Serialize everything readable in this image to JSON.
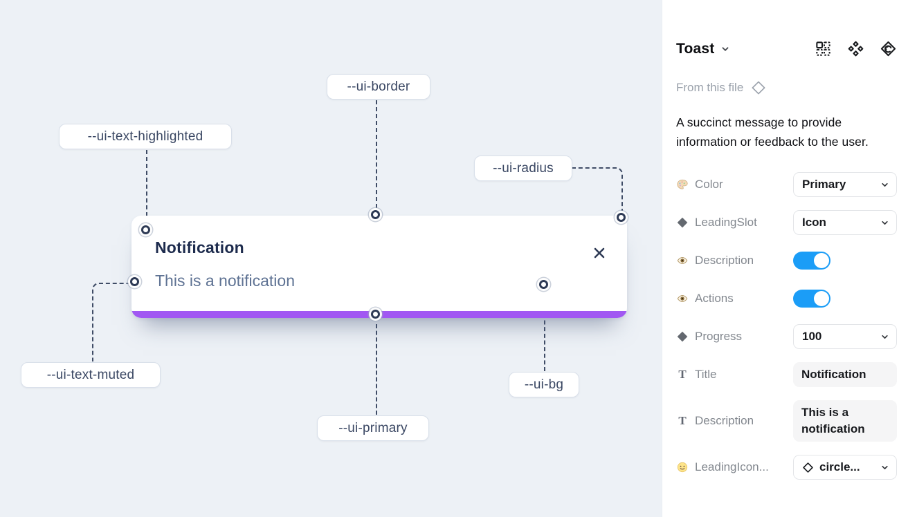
{
  "canvas": {
    "toast": {
      "title": "Notification",
      "description": "This is a notification"
    },
    "annotations": [
      {
        "label": "--ui-text-highlighted"
      },
      {
        "label": "--ui-border"
      },
      {
        "label": "--ui-radius"
      },
      {
        "label": "--ui-text-muted"
      },
      {
        "label": "--ui-primary"
      },
      {
        "label": "--ui-bg"
      }
    ]
  },
  "panel": {
    "title": "Toast",
    "source": "From this file",
    "description": "A succinct message to provide information or feedback to the user.",
    "properties": [
      {
        "icon": "palette-icon",
        "label": "Color",
        "type": "dropdown",
        "value": "Primary"
      },
      {
        "icon": "diamond-icon",
        "label": "LeadingSlot",
        "type": "dropdown",
        "value": "Icon"
      },
      {
        "icon": "eye-icon",
        "label": "Description",
        "type": "toggle",
        "value": "on"
      },
      {
        "icon": "eye-icon",
        "label": "Actions",
        "type": "toggle",
        "value": "on"
      },
      {
        "icon": "diamond-icon",
        "label": "Progress",
        "type": "dropdown",
        "value": "100"
      },
      {
        "icon": "text-icon",
        "label": "Title",
        "type": "input",
        "value": "Notification"
      },
      {
        "icon": "text-icon",
        "label": "Description",
        "type": "input",
        "value": "This is a notification"
      },
      {
        "icon": "smiley-icon",
        "label": "LeadingIcon...",
        "type": "dropdown",
        "value": "circle..."
      }
    ]
  },
  "colors": {
    "canvas_bg": "#edf1f6",
    "toast_primary_bar": "#a158f2",
    "toggle_on": "#1b9df7",
    "toast_title_text": "#1d2b4d",
    "toast_muted_text": "#5e7293",
    "annotation_text": "#3a4763"
  }
}
